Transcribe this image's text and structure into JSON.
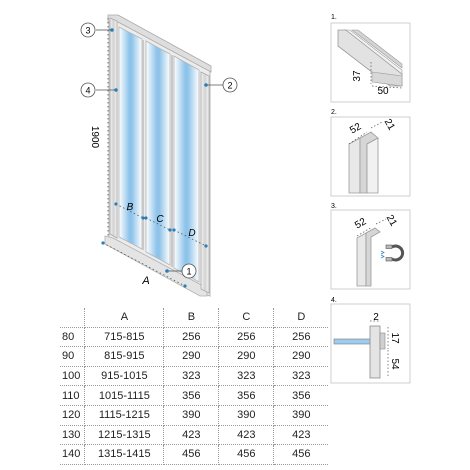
{
  "main": {
    "callouts": [
      "1",
      "2",
      "3",
      "4"
    ],
    "height_dim": "1900",
    "width_dim": "A",
    "panel_labels": [
      "B",
      "C",
      "D"
    ]
  },
  "details": [
    {
      "num": "1.",
      "dims": [
        "37",
        "50"
      ]
    },
    {
      "num": "2.",
      "dims": [
        "52",
        "21"
      ]
    },
    {
      "num": "3.",
      "dims": [
        "52",
        "21"
      ]
    },
    {
      "num": "4.",
      "dims": [
        "2",
        "17",
        "54"
      ]
    }
  ],
  "table": {
    "headers": [
      "",
      "A",
      "B",
      "C",
      "D"
    ],
    "rows": [
      [
        "80",
        "715-815",
        "256",
        "256",
        "256"
      ],
      [
        "90",
        "815-915",
        "290",
        "290",
        "290"
      ],
      [
        "100",
        "915-1015",
        "323",
        "323",
        "323"
      ],
      [
        "110",
        "1015-1115",
        "356",
        "356",
        "356"
      ],
      [
        "120",
        "1115-1215",
        "390",
        "390",
        "390"
      ],
      [
        "130",
        "1215-1315",
        "423",
        "423",
        "423"
      ],
      [
        "140",
        "1315-1415",
        "456",
        "456",
        "456"
      ]
    ]
  },
  "colors": {
    "glass": "#8ec3ea",
    "frame": "#c9c9c9",
    "marker": "#2a7fb8"
  }
}
